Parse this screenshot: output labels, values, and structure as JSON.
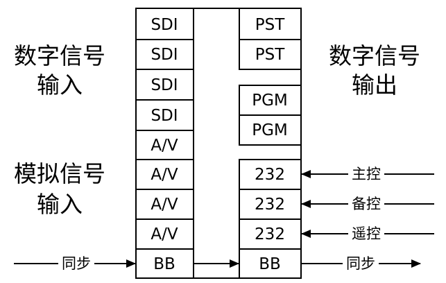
{
  "left_labels": {
    "digital_in": [
      "数字信号",
      "输入"
    ],
    "analog_in": [
      "模拟信号",
      "输入"
    ]
  },
  "right_labels": {
    "digital_out": [
      "数字信号",
      "输出"
    ]
  },
  "input_column": [
    "SDI",
    "SDI",
    "SDI",
    "SDI",
    "A/V",
    "A/V",
    "A/V",
    "A/V",
    "BB"
  ],
  "output_column": {
    "pst": [
      "PST",
      "PST"
    ],
    "pgm": [
      "PGM",
      "PGM"
    ],
    "control": [
      "232",
      "232",
      "232"
    ],
    "bb": "BB"
  },
  "control_labels": [
    "主控",
    "备控",
    "遥控"
  ],
  "sync_labels": {
    "in": "同步",
    "out": "同步"
  }
}
